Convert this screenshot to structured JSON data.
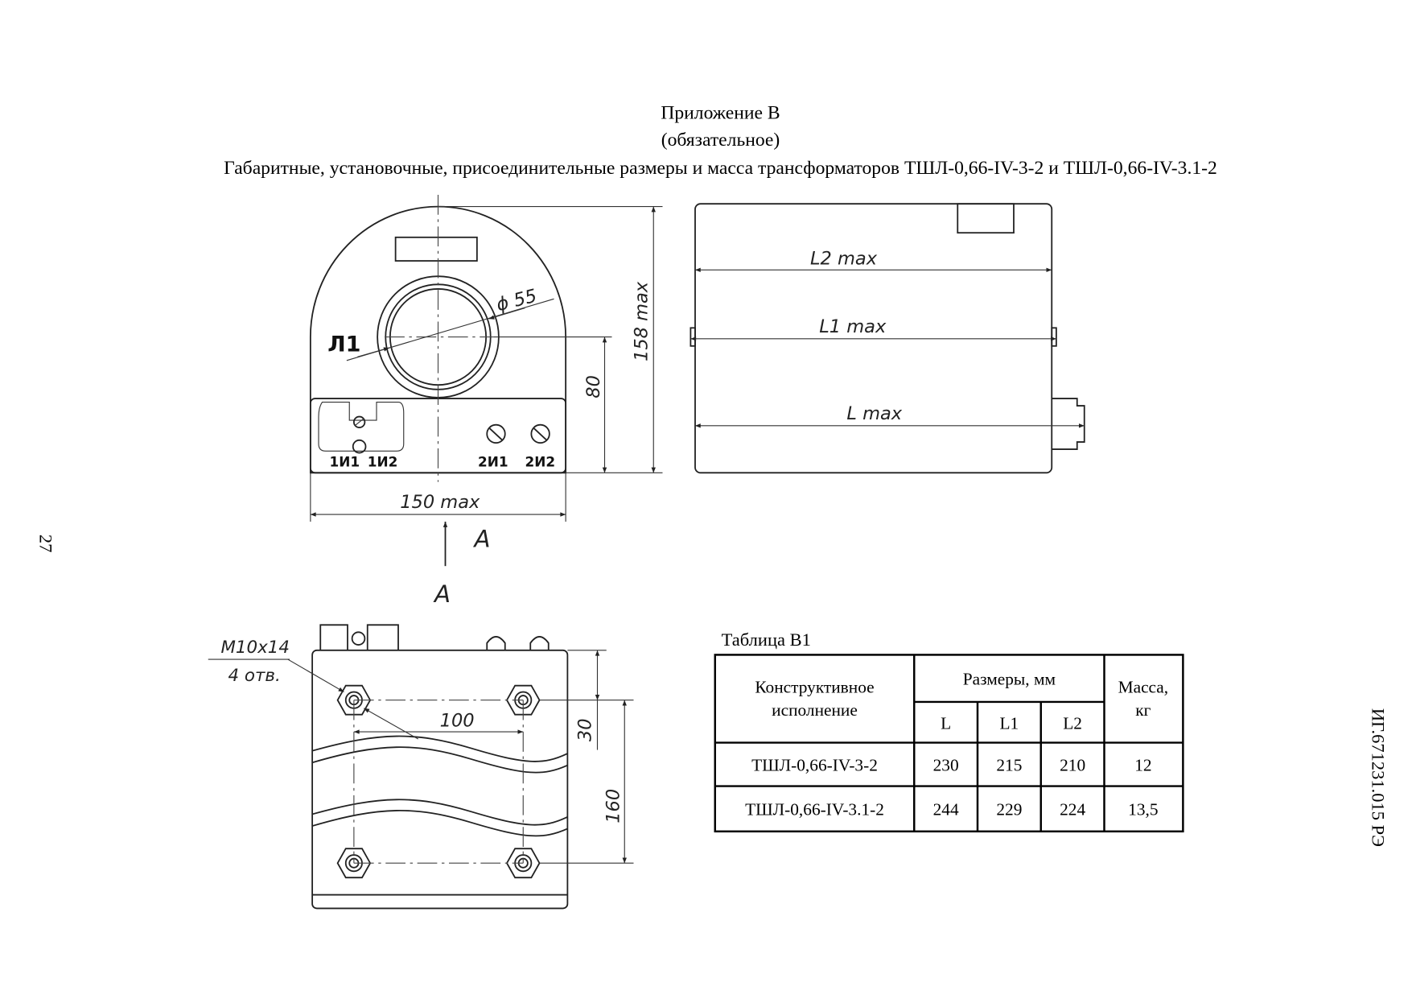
{
  "header": {
    "appendix": "Приложение В",
    "status": "(обязательное)",
    "title": "Габаритные, установочные, присоединительные размеры и масса трансформаторов ТШЛ-0,66-IV-3-2 и ТШЛ-0,66-IV-3.1-2"
  },
  "page_number": "27",
  "doc_code": "ИГ.671231.015 РЭ",
  "front_view": {
    "terminal_label": "Л1",
    "diameter": "ϕ 55",
    "height_dim": "158 max",
    "center_dim": "80",
    "width_dim": "150 max",
    "terminals": [
      "1И1",
      "1И2",
      "2И1",
      "2И2"
    ],
    "view_arrow": "A"
  },
  "side_view": {
    "dims": [
      "L2 max",
      "L1 max",
      "L max"
    ]
  },
  "bottom_view": {
    "title": "A",
    "hole_spec": "М10х14",
    "hole_count": "4 отв.",
    "spacing_dim": "100",
    "offset_dim": "30",
    "pitch_dim": "160"
  },
  "table": {
    "caption": "Таблица В1",
    "headers": {
      "variant_line1": "Конструктивное",
      "variant_line2": "исполнение",
      "dims": "Размеры, мм",
      "mass_line1": "Масса,",
      "mass_line2": "кг",
      "L": "L",
      "L1": "L1",
      "L2": "L2"
    },
    "rows": [
      {
        "variant": "ТШЛ-0,66-IV-3-2",
        "L": "230",
        "L1": "215",
        "L2": "210",
        "mass": "12"
      },
      {
        "variant": "ТШЛ-0,66-IV-3.1-2",
        "L": "244",
        "L1": "229",
        "L2": "224",
        "mass": "13,5"
      }
    ]
  }
}
